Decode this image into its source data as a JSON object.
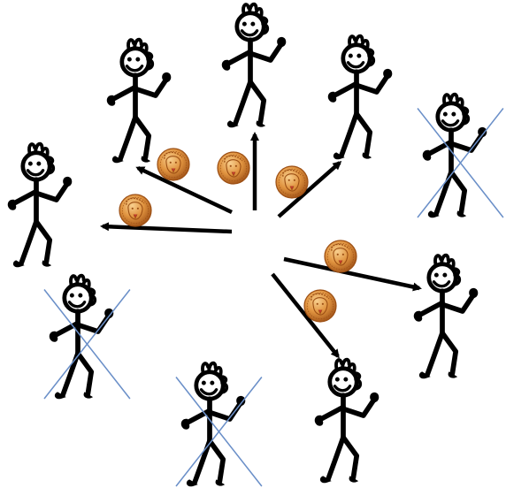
{
  "colors": {
    "figure": "#000000",
    "arrow": "#000000",
    "cross": "#6a8fc8",
    "coin_light": "#f0b46a",
    "coin_mid": "#d9832e",
    "coin_dark": "#9c4f14"
  },
  "center_icon": "distribution-hub",
  "coin_icon": "einstein-coin-icon",
  "figure_icon": "stick-figure-icon",
  "recipients": [
    {
      "id": "top-left",
      "receives_coin": true
    },
    {
      "id": "top",
      "receives_coin": true
    },
    {
      "id": "top-right",
      "receives_coin": true
    },
    {
      "id": "far-right",
      "receives_coin": false
    },
    {
      "id": "left",
      "receives_coin": true
    },
    {
      "id": "right",
      "receives_coin": true
    },
    {
      "id": "lower-left",
      "receives_coin": false
    },
    {
      "id": "bottom",
      "receives_coin": false
    },
    {
      "id": "bottom-right",
      "receives_coin": true
    }
  ],
  "crossed_out_count": 3,
  "coins_given": 6
}
